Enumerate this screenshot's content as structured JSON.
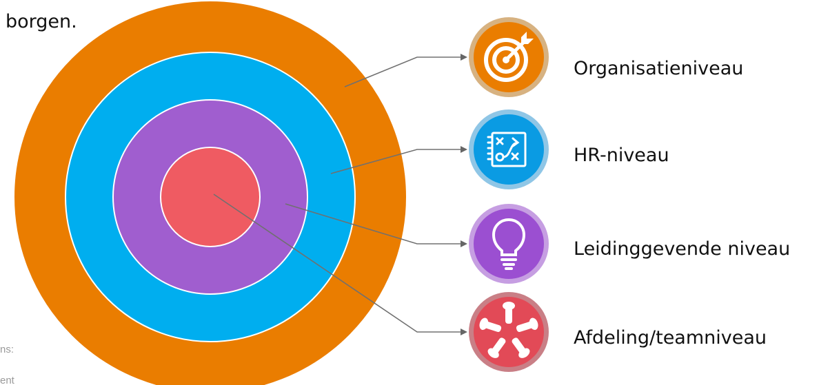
{
  "top_text": "borgen.",
  "left_fragments": [
    "ns:",
    "ent"
  ],
  "levels": [
    {
      "label": "Organisatieniveau",
      "icon": "target-icon",
      "color": "#ea7d00"
    },
    {
      "label": "HR-niveau",
      "icon": "strategy-board-icon",
      "color": "#00aeef"
    },
    {
      "label": "Leidinggevende niveau",
      "icon": "lightbulb-icon",
      "color": "#a05ecf"
    },
    {
      "label": "Afdeling/teamniveau",
      "icon": "hands-together-icon",
      "color": "#ef5b62"
    }
  ]
}
